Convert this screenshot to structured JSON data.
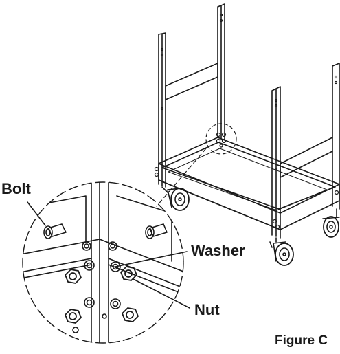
{
  "labels": {
    "bolt": "Bolt",
    "washer": "Washer",
    "nut": "Nut",
    "figure": "Figure C"
  },
  "colors": {
    "ink": "#1a1a1a",
    "background": "#ffffff"
  }
}
